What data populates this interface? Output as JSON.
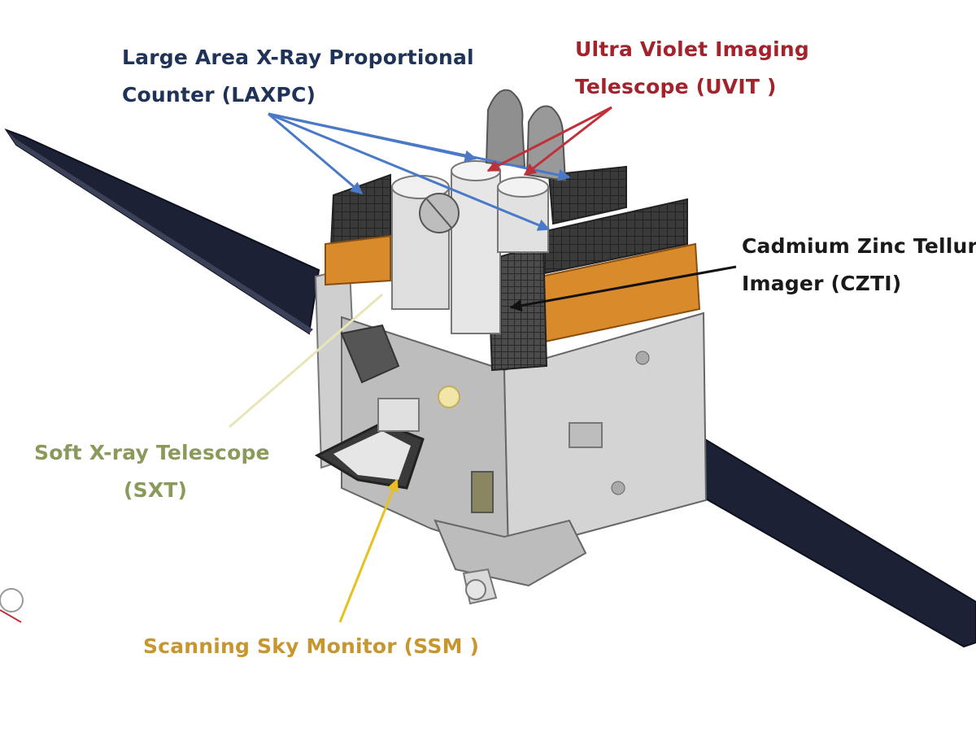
{
  "labels": {
    "laxpc": {
      "line1": "Large Area X-Ray Proportional",
      "line2": "Counter (LAXPC)",
      "color": "#1f3358"
    },
    "uvit": {
      "line1": "Ultra Violet Imaging",
      "line2": "Telescope  (UVIT )",
      "color": "#a3232c"
    },
    "czti": {
      "line1": "Cadmium Zinc Tellur",
      "line2": "Imager (CZTI)",
      "color": "#1a1a1a"
    },
    "sxt": {
      "line1": "Soft X-ray  Telescope",
      "line2": "(SXT)",
      "color": "#8a9a5b"
    },
    "ssm": {
      "line1": "Scanning Sky Monitor (SSM )",
      "color": "#c8962e"
    }
  },
  "colors": {
    "laxpc_arrow": "#4a79c8",
    "uvit_arrow": "#c0303a",
    "czti_arrow": "#111111",
    "sxt_arrow": "#e8e6b8",
    "ssm_arrow": "#e8c020",
    "solar_panel": "#1c2135",
    "body_grey": "#c9c9c9",
    "thermal_orange": "#d98a2a"
  }
}
